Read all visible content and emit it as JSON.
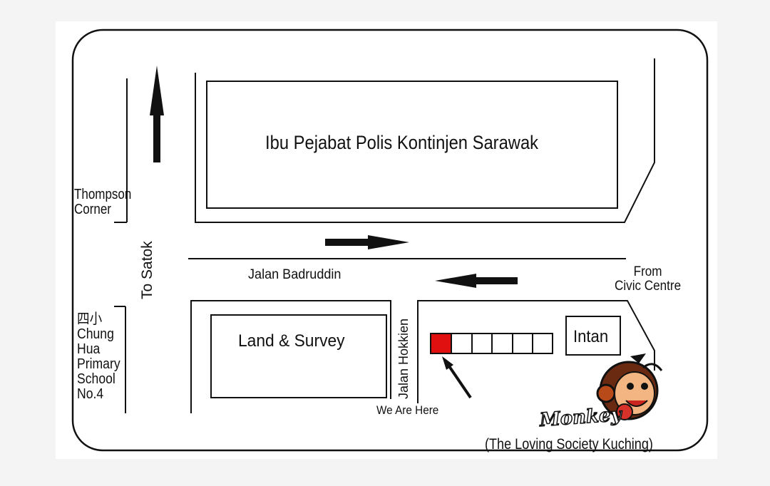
{
  "map": {
    "building_main": "Ibu Pejabat Polis Kontinjen Sarawak",
    "corner_label": "Thompson\nCorner",
    "direction_satok": "To Satok",
    "street_main": "Jalan Badruddin",
    "direction_civic": "From\nCivic Centre",
    "school_label": "四小\nChung\nHua\nPrimary\nSchool\nNo.4",
    "building_land": "Land & Survey",
    "street_side": "Jalan Hokkien",
    "building_intan": "Intan",
    "location_marker": "We Are Here",
    "logo_word": "Monkey",
    "organization": "(The Loving Society Kuching)",
    "highlight_color": "#e01010"
  }
}
